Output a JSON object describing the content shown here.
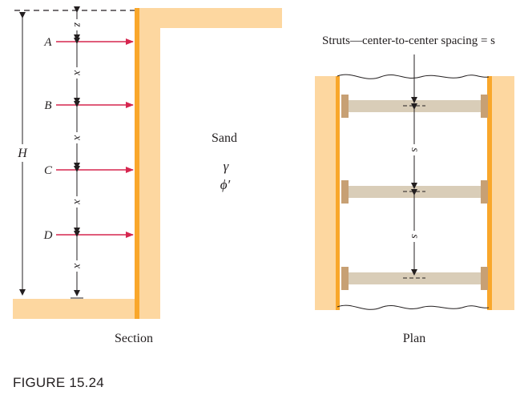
{
  "section": {
    "point_labels": [
      "A",
      "B",
      "C",
      "D"
    ],
    "height_label": "H",
    "top_spacing_label": "z",
    "spacing_label": "x",
    "soil_label": "Sand",
    "unit_weight_label": "γ",
    "friction_label": "ϕ′",
    "view_label": "Section"
  },
  "plan": {
    "header": "Struts—center-to-center spacing = s",
    "spacing_label": "s",
    "view_label": "Plan"
  },
  "caption": "FIGURE 15.24",
  "colors": {
    "soil": "#fdd7a0",
    "wall": "#f9a72b",
    "strut": "#d9cdb8",
    "wale": "#c7a074",
    "arrow": "#d6264f",
    "line": "#231f20"
  }
}
